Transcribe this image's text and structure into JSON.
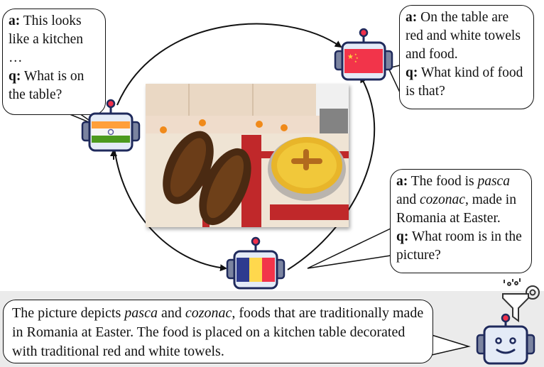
{
  "diagram": {
    "agents": [
      {
        "name": "India agent",
        "flag": "india"
      },
      {
        "name": "China agent",
        "flag": "china"
      },
      {
        "name": "Romania agent",
        "flag": "romania"
      },
      {
        "name": "Summarizer agent",
        "flag": "none"
      }
    ],
    "bubbles": {
      "india": {
        "a_label": "a:",
        "a_text": " This looks like a kitchen",
        "ellipsis": "…",
        "q_label": "q:",
        "q_text": " What is on the table?"
      },
      "china": {
        "a_label": "a:",
        "a_text": " On the table are red and white towels and food.",
        "q_label": "q:",
        "q_text": " What kind of food is that?"
      },
      "romania": {
        "a_label": "a:",
        "a_text_1": " The food is ",
        "a_italic_1": "pasca",
        "a_text_2": " and ",
        "a_italic_2": "cozonac",
        "a_text_3": ", made in Romania at Easter.",
        "q_label": "q:",
        "q_text": " What room is in the picture?"
      },
      "final": {
        "text_1": "The picture depicts ",
        "italic_1": "pasca",
        "text_2": " and ",
        "italic_2": "cozonac",
        "text_3": ", foods that are traditionally made in Romania at Easter. The food is placed on a kitchen table decorated with traditional red and white towels."
      }
    },
    "image": {
      "description": "Photo of two cozonac loaves and a pasca on a kitchen table with red and white towels"
    },
    "colors": {
      "robot_outline": "#1f2a5c",
      "robot_face": "#e4ebf7",
      "robot_ear": "#7b84a0",
      "antenna_tip": "#f0304a",
      "india_saffron": "#ff9f3a",
      "india_green": "#4c9a1e",
      "china_red": "#f2344a",
      "china_star": "#ffd43b",
      "romania_blue": "#2e3b8f",
      "romania_yellow": "#ffd84d",
      "romania_red": "#f2344a",
      "band": "#ebebeb"
    }
  }
}
